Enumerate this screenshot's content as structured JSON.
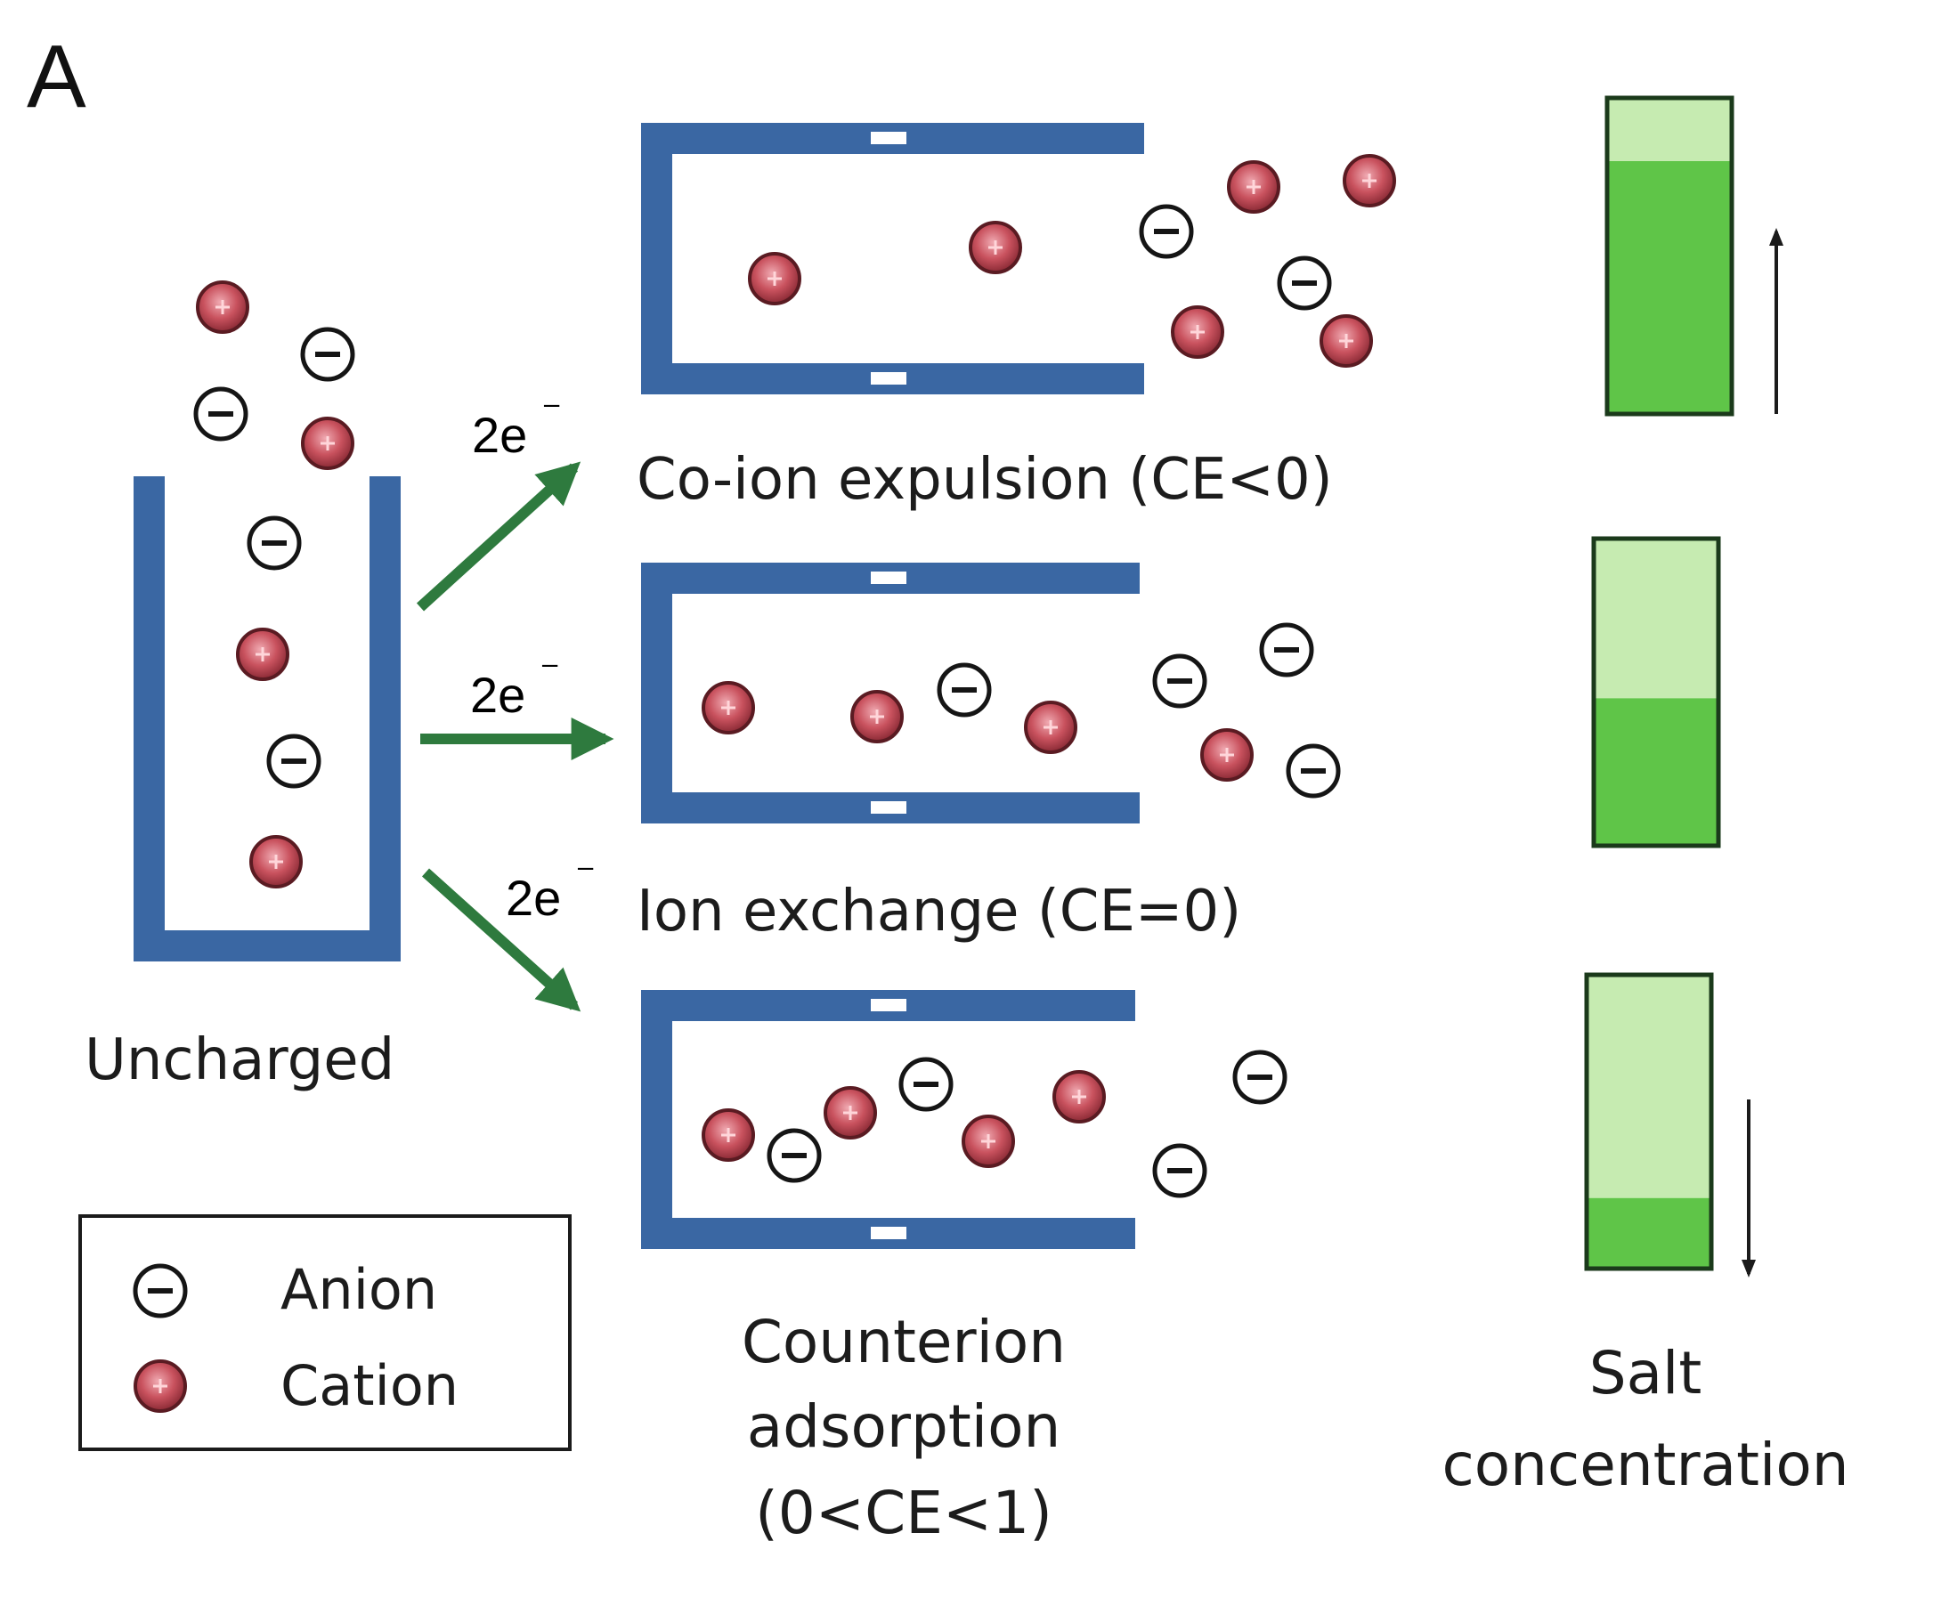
{
  "panel_label": "A",
  "uncharged": {
    "label": "Uncharged"
  },
  "electron_label": {
    "base": "2e",
    "sup": "⁻"
  },
  "co_ion": {
    "label": "Co-ion expulsion (CE<0)"
  },
  "ion_exchange": {
    "label": "Ion exchange (CE=0)"
  },
  "counterion": {
    "label_lines": [
      "Counterion",
      "adsorption",
      "(0<CE<1)"
    ]
  },
  "salt": {
    "label_lines": [
      "Salt",
      "concentration"
    ],
    "bars": [
      {
        "level": 0.8,
        "trend": "up"
      },
      {
        "level": 0.48,
        "trend": "none"
      },
      {
        "level": 0.24,
        "trend": "down"
      }
    ]
  },
  "legend": {
    "anion": {
      "label": "Anion",
      "icon": "anion-icon"
    },
    "cation": {
      "label": "Cation",
      "icon": "cation-icon"
    }
  },
  "colors": {
    "electrode": "#3a67a3",
    "arrow": "#2e7a3e",
    "cation_fill": "#c9525e",
    "cation_edge": "#5a1b22",
    "bar_light": "#c6ebb1",
    "bar_dark": "#5fc548",
    "bar_edge": "#1b3a1b"
  }
}
